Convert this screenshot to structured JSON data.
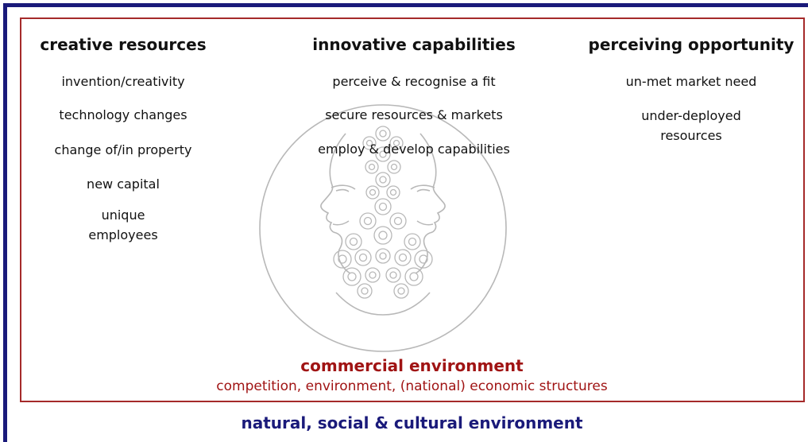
{
  "columns": [
    {
      "heading": "creative resources",
      "items": [
        "invention/creativity",
        "technology changes",
        "change of/in property",
        "new capital",
        "unique",
        "employees"
      ]
    },
    {
      "heading": "innovative capabilities",
      "items": [
        "perceive & recognise a fit",
        "secure resources & markets",
        "employ & develop capabilities"
      ]
    },
    {
      "heading": "perceiving opportunity",
      "items": [
        "un-met market need",
        "under-deployed",
        "resources"
      ]
    }
  ],
  "commercial": {
    "title": "commercial environment",
    "subtitle": "competition, environment, (national) economic structures"
  },
  "natural": {
    "title": "natural, social & cultural environment"
  },
  "colors": {
    "outer_border": "#1a1a7a",
    "inner_border": "#a52a2a",
    "commercial_text": "#a01414",
    "natural_text": "#1a1a7a",
    "janus_sketch": "#b8b8b8"
  },
  "icons": {
    "center_image": "janus-two-faced-head-icon"
  }
}
